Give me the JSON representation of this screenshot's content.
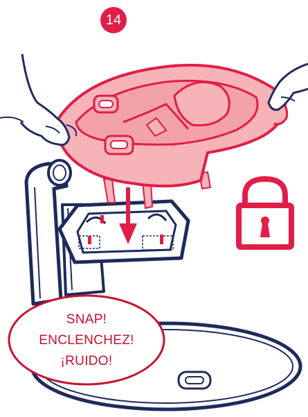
{
  "step": {
    "number": "14"
  },
  "sound": {
    "line1": "SNAP!",
    "line2": "ENCLENCHEZ!",
    "line3": "¡RUIDO!"
  },
  "icons": {
    "lock": "padlock-locked-icon",
    "arrow": "down-arrow-icon"
  },
  "colors": {
    "accent": "#e11d48",
    "seat_fill": "#f6b3b8",
    "outline": "#1d2a5c",
    "sound_text": "#c8102e"
  }
}
